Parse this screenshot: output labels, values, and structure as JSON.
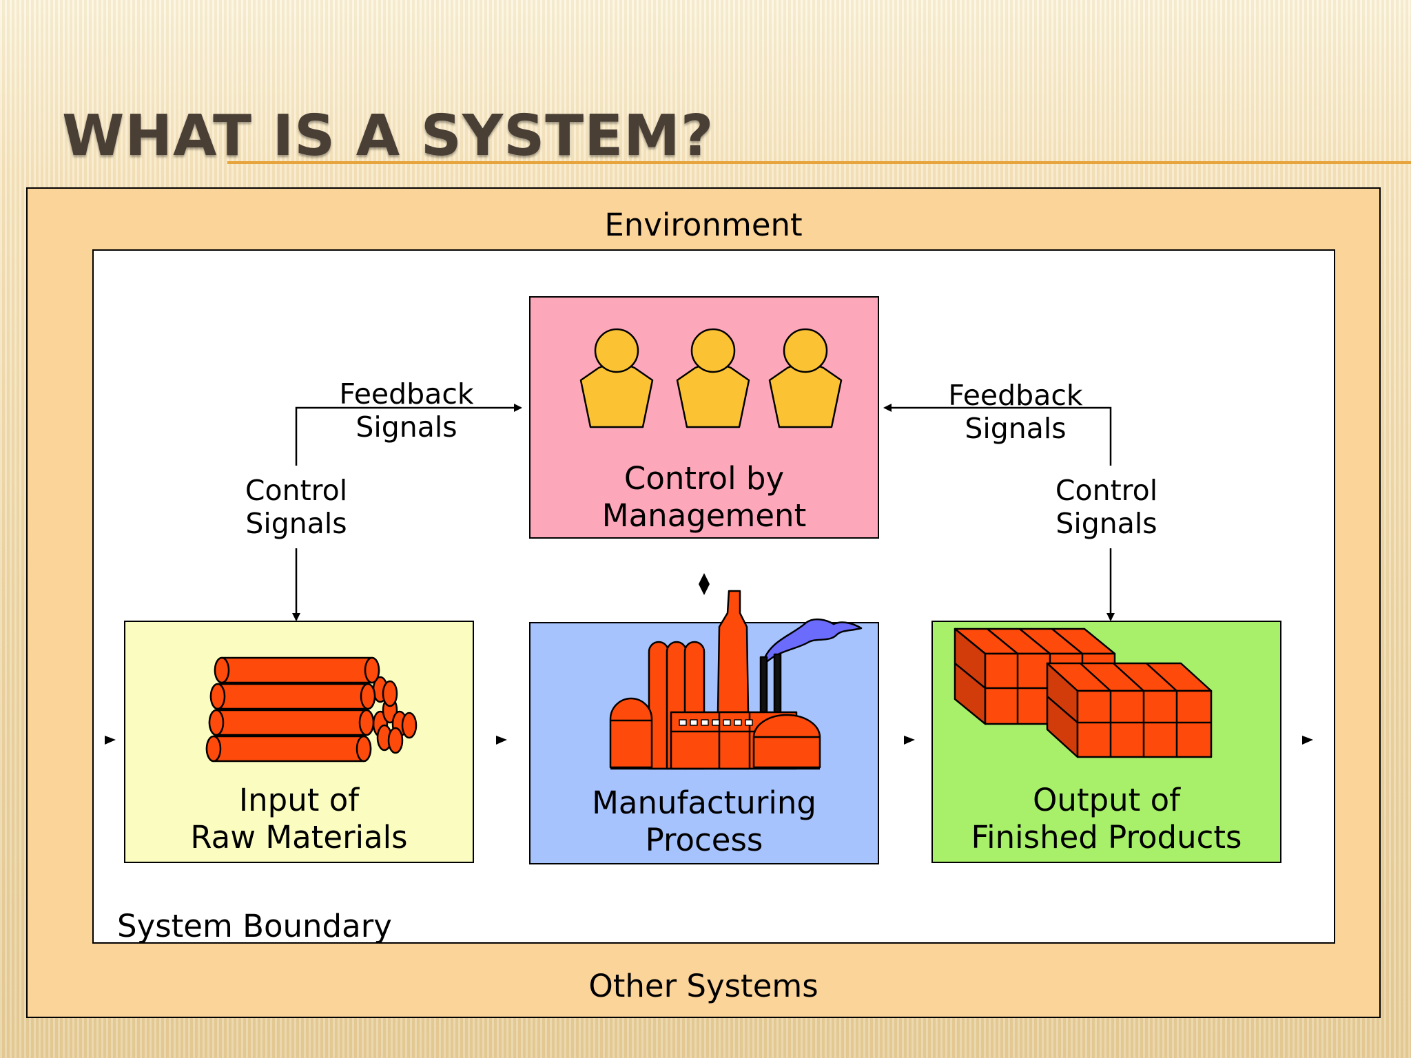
{
  "title": "WHAT IS A SYSTEM?",
  "environment_label": "Environment",
  "other_systems_label": "Other Systems",
  "system_boundary_label": "System Boundary",
  "nodes": {
    "management": {
      "line1": "Control by",
      "line2": "Management",
      "icon": "people-icon"
    },
    "input": {
      "line1": "Input of",
      "line2": "Raw Materials",
      "icon": "logs-icon"
    },
    "process": {
      "line1": "Manufacturing",
      "line2": "Process",
      "icon": "factory-icon"
    },
    "output": {
      "line1": "Output of",
      "line2": "Finished Products",
      "icon": "boxes-icon"
    }
  },
  "edges": {
    "left_feedback": {
      "line1": "Feedback",
      "line2": "Signals"
    },
    "right_feedback": {
      "line1": "Feedback",
      "line2": "Signals"
    },
    "left_control": {
      "line1": "Control",
      "line2": "Signals"
    },
    "right_control": {
      "line1": "Control",
      "line2": "Signals"
    }
  },
  "colors": {
    "environment": "#fbd49a",
    "management": "#fda7ba",
    "input": "#fbfcc0",
    "process": "#a7c3fd",
    "output": "#a8f06a",
    "icon_orange": "#fe4a0a",
    "people_yellow": "#fbc234",
    "smoke": "#6b6cfb"
  }
}
